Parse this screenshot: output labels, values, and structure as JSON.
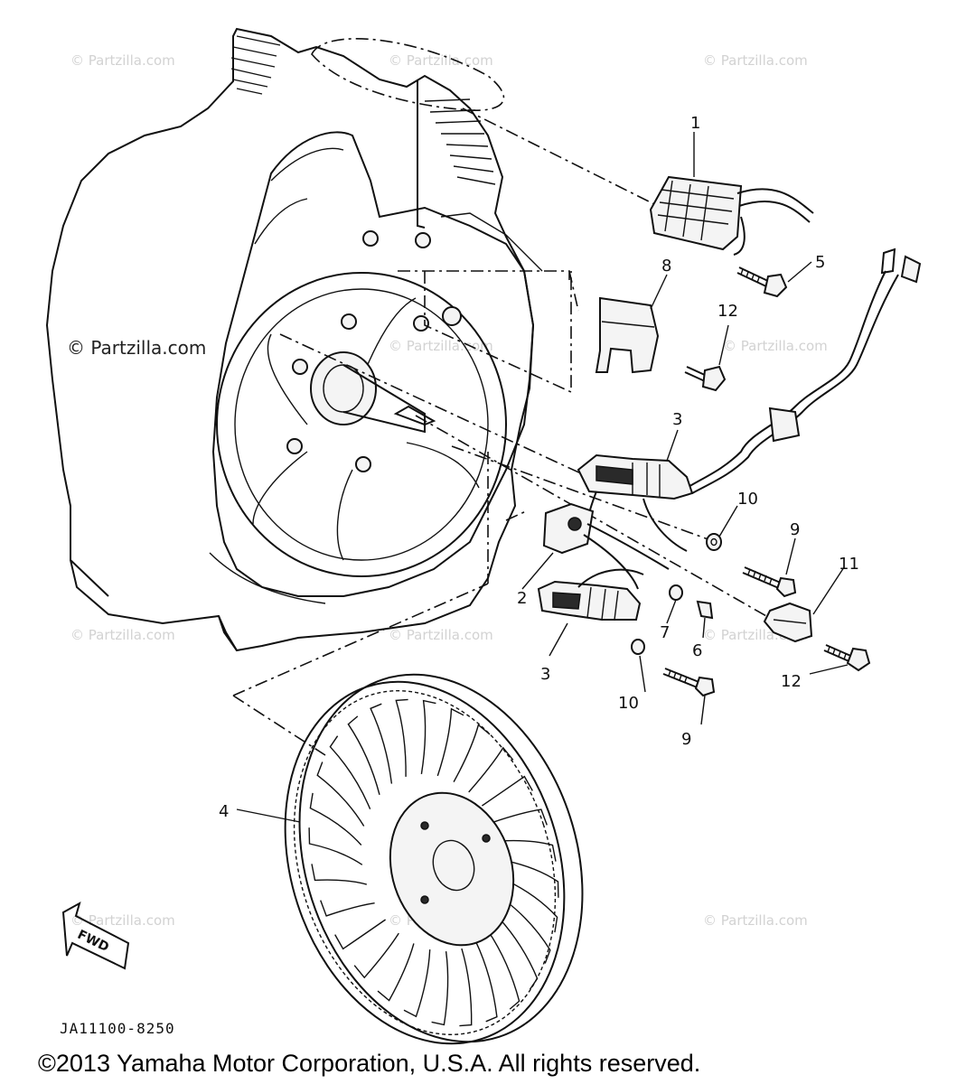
{
  "diagram": {
    "callouts": [
      "1",
      "2",
      "3",
      "3",
      "4",
      "5",
      "6",
      "7",
      "8",
      "9",
      "9",
      "10",
      "10",
      "11",
      "12",
      "12"
    ],
    "direction_arrow": "FWD",
    "drawing_code": "JA11100-8250",
    "copyright": "©2013  Yamaha Motor Corporation, U.S.A. All rights reserved.",
    "watermark": "© Partzilla.com",
    "watermark_prominent": "© Partzilla.com"
  }
}
